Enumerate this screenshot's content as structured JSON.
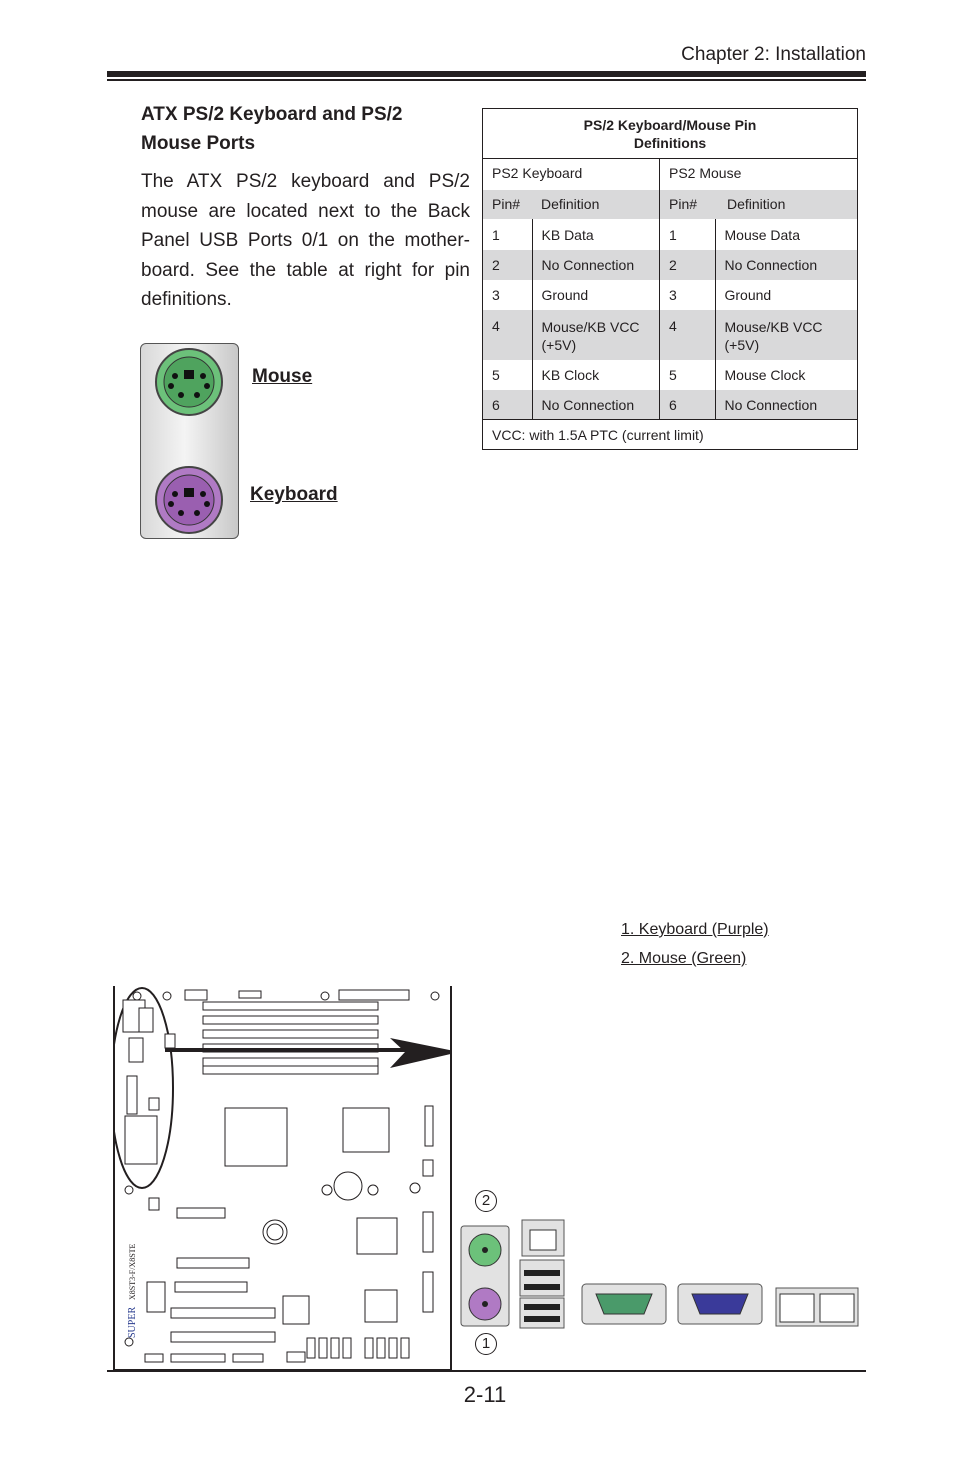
{
  "header": {
    "chapter": "Chapter 2: Installation"
  },
  "section": {
    "title_line1": "ATX PS/2 Keyboard and PS/2",
    "title_line2": "Mouse Ports",
    "body": "The ATX PS/2 keyboard and PS/2 mouse are located next to the Back Panel USB Ports 0/1 on the mother-board. See the table at right for pin definitions."
  },
  "figure_labels": {
    "mouse": "Mouse",
    "keyboard": "Keyboard"
  },
  "pin_table": {
    "title_line1": "PS/2 Keyboard/Mouse Pin",
    "title_line2": "Definitions",
    "col_keyboard": "PS2 Keyboard",
    "col_mouse": "PS2 Mouse",
    "sub_pin": "Pin#",
    "sub_def": "Definition",
    "rows": [
      {
        "kpin": "1",
        "kdef": "KB Data",
        "mpin": "1",
        "mdef": "Mouse Data"
      },
      {
        "kpin": "2",
        "kdef": "No Connection",
        "mpin": "2",
        "mdef": "No Connection"
      },
      {
        "kpin": "3",
        "kdef": "Ground",
        "mpin": "3",
        "mdef": "Ground"
      },
      {
        "kpin": "4",
        "kdef": "Mouse/KB VCC (+5V)",
        "mpin": "4",
        "mdef": "Mouse/KB VCC (+5V)"
      },
      {
        "kpin": "5",
        "kdef": "KB Clock",
        "mpin": "5",
        "mdef": "Mouse Clock"
      },
      {
        "kpin": "6",
        "kdef": "No Connection",
        "mpin": "6",
        "mdef": "No Connection"
      }
    ],
    "footnote": "VCC: with 1.5A PTC (current limit)"
  },
  "legend": {
    "item1": "1. Keyboard (Purple)",
    "item2": "2. Mouse (Green)"
  },
  "board": {
    "brand": "SUPER",
    "model": "X8ST3-F/X8STE"
  },
  "callouts": {
    "one": "1",
    "two": "2"
  },
  "colors": {
    "mouse_green": "#6cc17a",
    "keyboard_purple": "#b07ac4",
    "vga_blue": "#3a3a9a",
    "serial_green": "#4a9a6a"
  },
  "footer": {
    "page_number": "2-11"
  }
}
